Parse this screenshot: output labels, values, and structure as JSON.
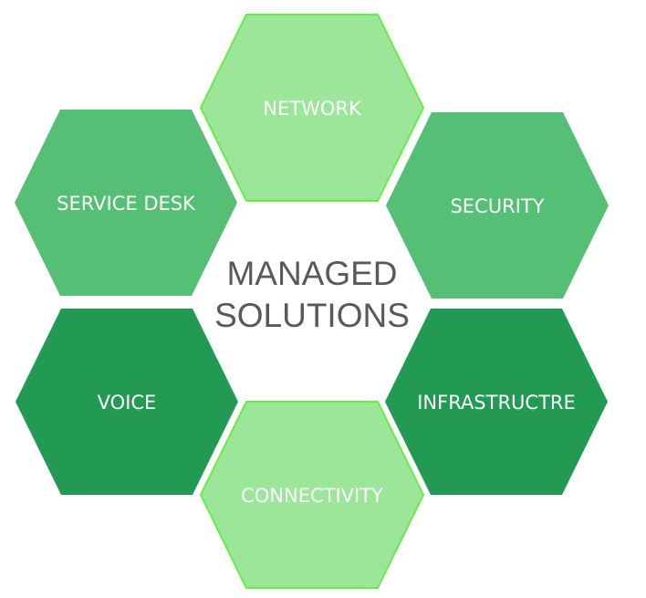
{
  "title": {
    "line1": "MANAGED",
    "line2": "SOLUTIONS"
  },
  "colors": {
    "light": "#9ce69a",
    "light_stroke": "#66ee44",
    "medium": "#55bf75",
    "dark": "#239a54",
    "title": "#595959"
  },
  "hexagons": [
    {
      "id": "network",
      "label": "NETWORK",
      "tone": "light"
    },
    {
      "id": "service-desk",
      "label": "SERVICE DESK",
      "tone": "medium"
    },
    {
      "id": "security",
      "label": "SECURITY",
      "tone": "medium"
    },
    {
      "id": "voice",
      "label": "VOICE",
      "tone": "dark"
    },
    {
      "id": "infrastructure",
      "label": "INFRASTRUCTRE",
      "tone": "dark"
    },
    {
      "id": "connectivity",
      "label": "CONNECTIVITY",
      "tone": "light"
    }
  ]
}
